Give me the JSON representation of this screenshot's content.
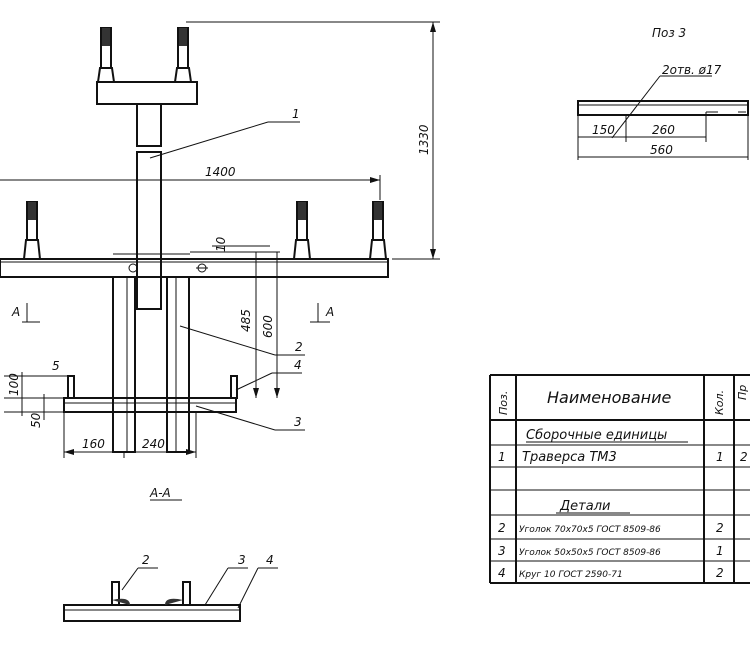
{
  "view_title": "Поз 3",
  "hole_note": "2отв. ø17",
  "dims": {
    "top_span": "1400",
    "height_total": "1330",
    "poz3_a": "150",
    "poz3_b": "260",
    "poz3_total": "560",
    "d_10": "10",
    "d_485": "485",
    "d_600": "600",
    "d_5": "5",
    "d_100": "100",
    "d_50": "50",
    "d_160": "160",
    "d_240": "240"
  },
  "callouts": [
    "1",
    "2",
    "4",
    "3",
    "2",
    "3",
    "4"
  ],
  "section_mark": "А",
  "section_title": "А-А",
  "table": {
    "headers": {
      "pos": "Поз.",
      "name": "Наименование",
      "qty": "Кол.",
      "note": "Пр"
    },
    "assembly_header": "Сборочные единицы",
    "parts_header": "Детали",
    "rows": [
      {
        "pos": "1",
        "name": "Траверса ТМ3",
        "qty": "1",
        "note": "2"
      },
      {
        "pos": "2",
        "name": "Уголок 70х70х5 ГОСТ 8509-86",
        "qty": "2",
        "note": ""
      },
      {
        "pos": "3",
        "name": "Уголок 50х50х5 ГОСТ 8509-86",
        "qty": "1",
        "note": ""
      },
      {
        "pos": "4",
        "name": "Круг 10 ГОСТ 2590-71",
        "qty": "2",
        "note": ""
      }
    ]
  }
}
